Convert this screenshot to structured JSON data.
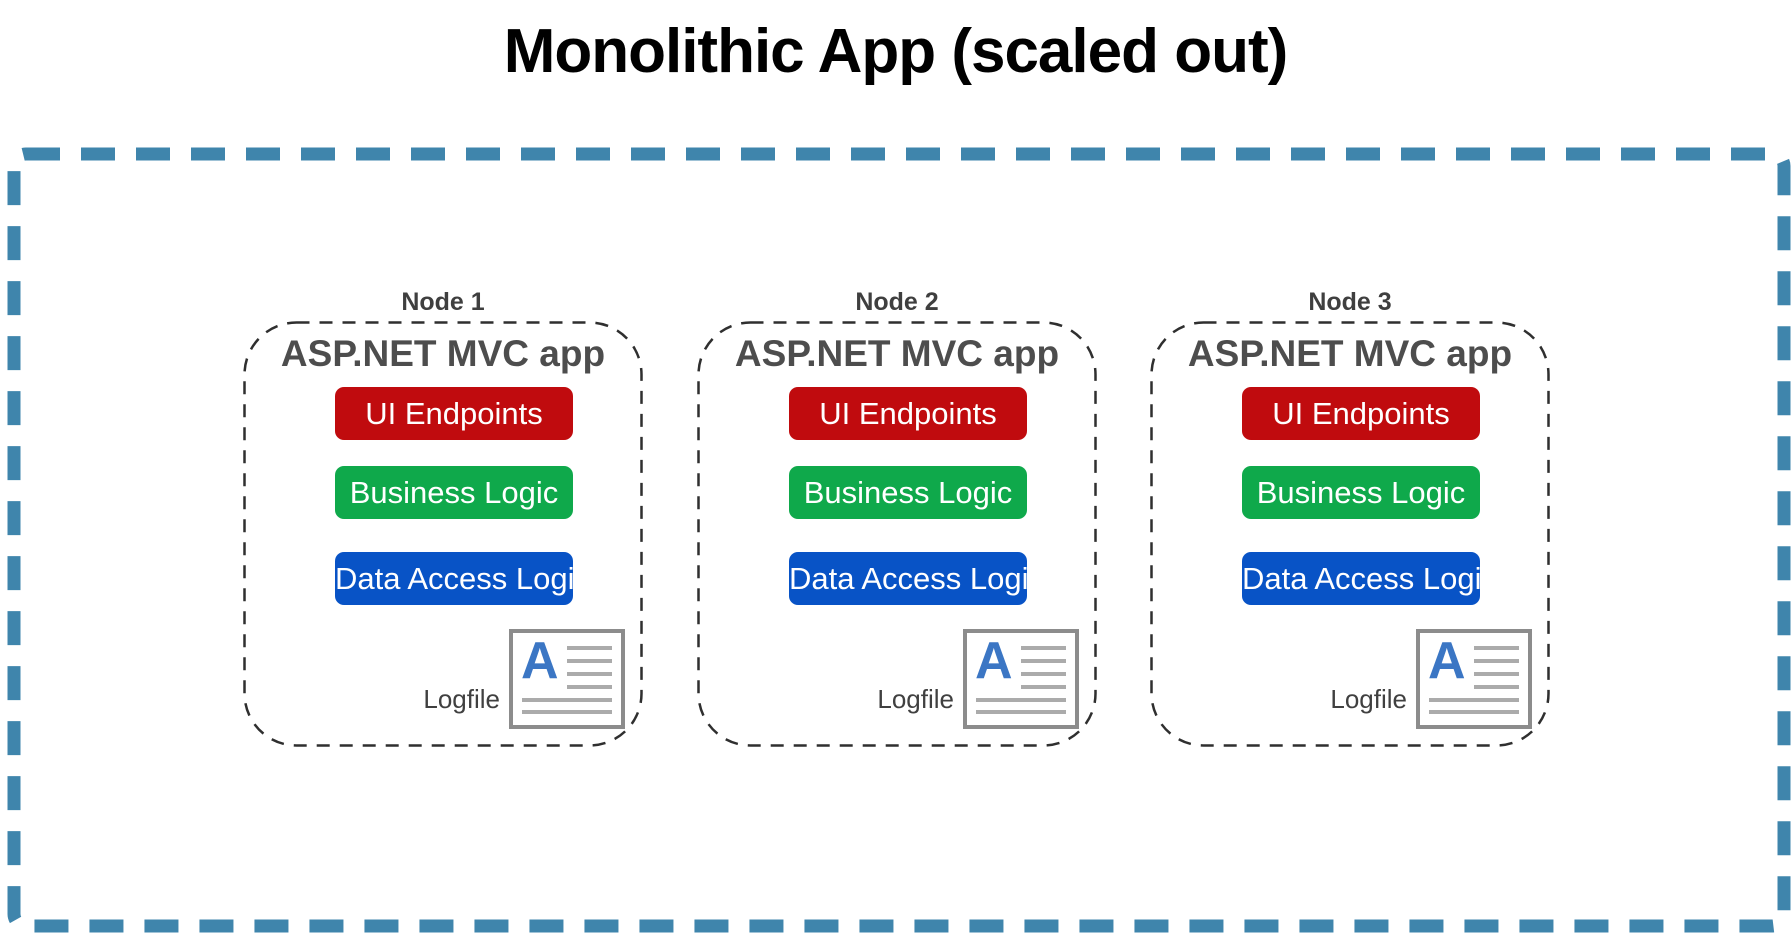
{
  "title": "Monolithic App (scaled out)",
  "colors": {
    "outer_border_blue": "#3F85AC",
    "node_border_gray": "#2F2F2F",
    "ui_endpoints_red": "#C00B0E",
    "business_logic_green": "#0FA94B",
    "data_access_blue": "#0853C6",
    "heading_gray": "#4D4D4D",
    "node_label_gray": "#3F3F3F",
    "logfile_text_gray": "#404040",
    "logfile_icon_border": "#8C8C8C",
    "logfile_a_blue": "#3B76C4",
    "logfile_line_gray": "#ABABAB"
  },
  "nodes": [
    {
      "label": "Node 1",
      "app_title": "ASP.NET MVC app",
      "layers": [
        {
          "label": "UI Endpoints",
          "color": "#C00B0E"
        },
        {
          "label": "Business Logic",
          "color": "#0FA94B"
        },
        {
          "label": "Data Access Logic",
          "color": "#0853C6"
        }
      ],
      "logfile_label": "Logfile",
      "logfile_icon_letter": "A"
    },
    {
      "label": "Node 2",
      "app_title": "ASP.NET MVC app",
      "layers": [
        {
          "label": "UI Endpoints",
          "color": "#C00B0E"
        },
        {
          "label": "Business Logic",
          "color": "#0FA94B"
        },
        {
          "label": "Data Access Logic",
          "color": "#0853C6"
        }
      ],
      "logfile_label": "Logfile",
      "logfile_icon_letter": "A"
    },
    {
      "label": "Node 3",
      "app_title": "ASP.NET MVC app",
      "layers": [
        {
          "label": "UI Endpoints",
          "color": "#C00B0E"
        },
        {
          "label": "Business Logic",
          "color": "#0FA94B"
        },
        {
          "label": "Data Access Logic",
          "color": "#0853C6"
        }
      ],
      "logfile_label": "Logfile",
      "logfile_icon_letter": "A"
    }
  ]
}
